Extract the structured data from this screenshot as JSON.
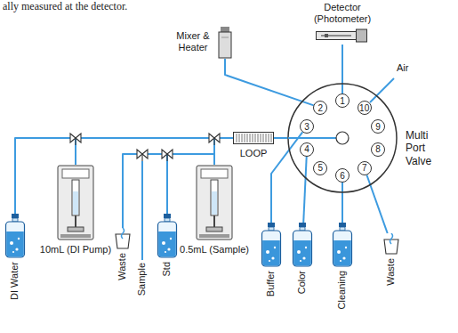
{
  "diagram": {
    "nodes": [
      {
        "text": [
          "Detector (Photometer)"
        ]
      },
      {
        "text": [
          "Mixer & Heater"
        ]
      },
      {
        "text": [
          "LOOP"
        ]
      },
      {
        "text": [
          "Multi Port Valve"
        ]
      },
      {
        "text": [
          "1"
        ],
        "in": 3
      },
      {
        "text": [
          "2"
        ],
        "in": 3
      },
      {
        "text": [
          "3"
        ],
        "in": 3
      },
      {
        "text": [
          "4"
        ],
        "in": 3
      },
      {
        "text": [
          "5"
        ],
        "in": 3
      },
      {
        "text": [
          "6"
        ],
        "in": 3
      },
      {
        "text": [
          "7"
        ],
        "in": 3
      },
      {
        "text": [
          "8"
        ],
        "in": 3
      },
      {
        "text": [
          "9"
        ],
        "in": 3
      },
      {
        "text": [
          "10"
        ],
        "in": 3
      },
      {
        "text": [
          "Buffer"
        ]
      },
      {
        "text": [
          "Color"
        ]
      },
      {
        "text": [
          "Cleaning"
        ]
      },
      {
        "text": [
          "Waste"
        ]
      },
      {
        "text": [
          "DI Water"
        ]
      },
      {
        "text": [
          "10mL (DI Pump)"
        ]
      },
      {
        "text": [
          "Waste"
        ]
      },
      {
        "text": [
          "Std"
        ]
      },
      {
        "text": [
          "0.5mL (Sample)"
        ]
      }
    ],
    "edges": [
      {
        "from": 0,
        "to": 4,
        "arrow": "none"
      },
      {
        "from": 1,
        "to": 5,
        "arrow": "none"
      },
      {
        "from": 2,
        "to": 3,
        "arrow": "none"
      },
      {
        "from": 14,
        "to": 6,
        "arrow": "none"
      },
      {
        "from": 15,
        "to": 7,
        "arrow": "none"
      },
      {
        "from": 16,
        "to": 9,
        "arrow": "none"
      },
      {
        "from": 17,
        "to": 10,
        "arrow": "none"
      },
      {
        "from": 18,
        "to": 19,
        "arrow": "none"
      },
      {
        "from": 19,
        "to": 2,
        "arrow": "none"
      },
      {
        "from": 21,
        "to": 22,
        "arrow": "none"
      },
      {
        "from": 20,
        "to": 22,
        "arrow": "none"
      },
      {
        "from": 22,
        "to": 2,
        "arrow": "none"
      }
    ],
    "labels": [
      "ally measured at the detector.",
      "Air",
      "Sample"
    ]
  }
}
